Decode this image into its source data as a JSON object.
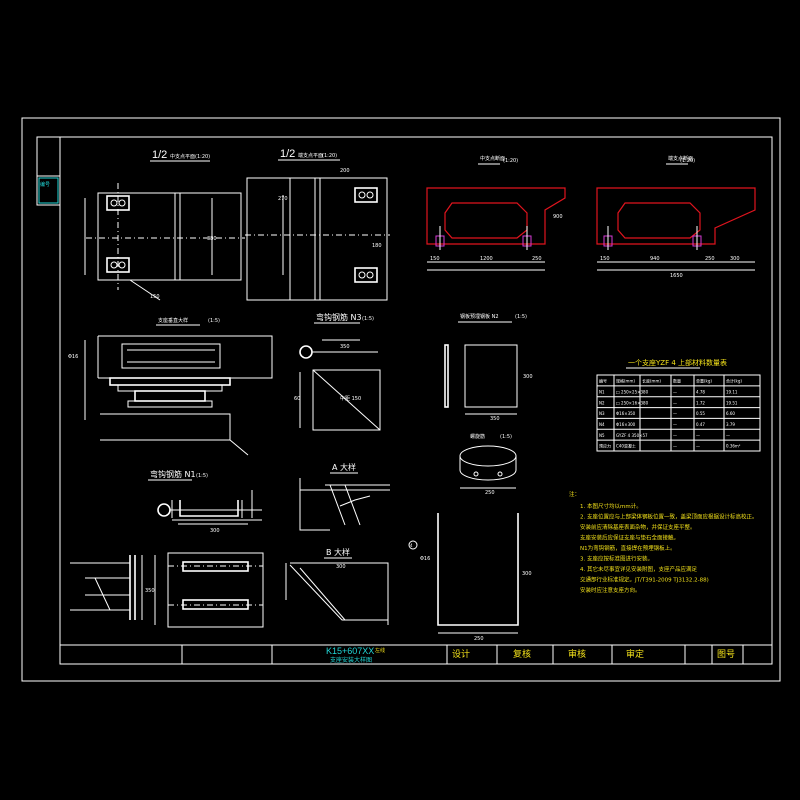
{
  "colors": {
    "background": "#000000",
    "linework": "#ffffff",
    "outline_red": "#e0141e",
    "green": "#33d64a",
    "cyan": "#21d6d6",
    "yellow": "#f2e01a",
    "magenta": "#d63bd6"
  },
  "side_label": "编号",
  "views": {
    "half_plan_mid": "1/2",
    "half_plan_mid_suffix": "中支点平面",
    "half_plan_mid_scale": "(1:20)",
    "half_plan_end": "1/2",
    "half_plan_end_suffix": "端支点平面",
    "half_plan_end_scale": "(1:20)",
    "section_mid": "中支点断面",
    "section_mid_scale": "(1:20)",
    "section_end": "端支点断面",
    "section_end_scale": "(1:20)",
    "detail_support": "支座垂直大样",
    "detail_support_scale": "(1:5)",
    "rebar_n3": "弯钩钢筋 N3",
    "rebar_n3_scale": "(1:5)",
    "rebar_n2": "钢板预埋钢板 N2",
    "rebar_n2_scale": "(1:5)",
    "rebar_n1": "弯钩钢筋 N1",
    "rebar_n1_scale": "(1:5)",
    "detail_a": "A 大样",
    "detail_b": "B 大样",
    "ring": "螺旋筋",
    "ring_scale": "(1:5)"
  },
  "dims": {
    "plan_a": "200",
    "plan_b": "150",
    "plan_c": "380",
    "plan_d": "180",
    "plan_e": "270",
    "sec_left_a": "150",
    "sec_left_b": "1200",
    "sec_left_c": "250",
    "sec_left_h": "900",
    "sec_right_a": "150",
    "sec_right_b": "940",
    "sec_right_c": "250",
    "sec_right_d": "300",
    "sec_right_total": "1650",
    "n3_len": "350",
    "n3_h": "60",
    "n3_inner": "中距 150",
    "n2_w": "350",
    "n2_h": "300",
    "n1_len": "300",
    "ring_d": "250",
    "n_bottom_w": "250",
    "n_bottom_h": "300",
    "det_350": "350",
    "det_300": "300",
    "phi16": "Φ16"
  },
  "table": {
    "title": "一个支座YZF 4 上部材料数量表",
    "headers": [
      "编号",
      "规格(mm)",
      "长度(mm)",
      "数量",
      "单重(kg)",
      "合计(kg)"
    ],
    "rows": [
      [
        "N1",
        "□ 250×25×380",
        "",
        "—",
        "4.78",
        "19.11"
      ],
      [
        "N2",
        "□ 250×16×380",
        "",
        "—",
        "1.72",
        "19.51"
      ],
      [
        "N3",
        "Φ16×350",
        "",
        "—",
        "0.55",
        "6.60"
      ],
      [
        "N4",
        "Φ16×300",
        "",
        "—",
        "0.47",
        "3.79"
      ],
      [
        "N5",
        "GYZF 4 350×57",
        "",
        "—",
        "—",
        "—"
      ],
      [
        "预应力",
        "C40混凝土",
        "",
        "—",
        "—",
        "0.36m³"
      ]
    ]
  },
  "notes": {
    "head": "注：",
    "lines": [
      "1. 本图尺寸均以mm计。",
      "2. 支座位置应与上部梁体钢板位置一致，盖梁顶面应根据设计标高校正。",
      "   安装前应清除基座表面杂物，并保证支座平整。",
      "   支座安装后应保证支座与垫石全面接触。",
      "   N1为弯钩钢筋，直接焊在预埋钢板上。",
      "3. 支座应按标准图进行安装。",
      "4. 其它未尽事宜详见安装附图，支座产品应满足",
      "   交通部行业标准规定。JT/T391-2009 TJ3132.2-88)",
      "   安装时应注意支座方向。"
    ]
  },
  "title_block": {
    "project": "K15+607XX",
    "project_suffix": "左线",
    "drawing_name": "支座安装大样图",
    "design": "设计",
    "check": "复核",
    "review": "审核",
    "approve": "审定",
    "sheet": "图号"
  }
}
